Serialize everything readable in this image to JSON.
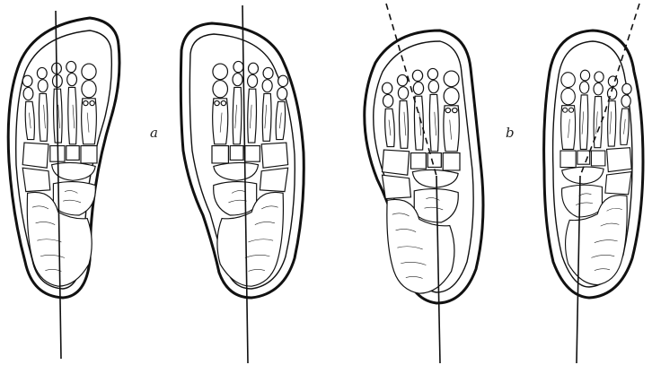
{
  "figure": {
    "labels": {
      "a": "a",
      "b": "b"
    },
    "panels": [
      {
        "id": "a",
        "feet": [
          "left-foot-sole-outline",
          "right-foot-sole-outline"
        ],
        "axis_style": "straight"
      },
      {
        "id": "b",
        "feet": [
          "left-foot-sole-outline",
          "right-foot-sole-outline"
        ],
        "axis_style": "straight-plus-dashed-deviation"
      }
    ],
    "colors": {
      "ink": "#111111",
      "paper": "#ffffff"
    }
  }
}
